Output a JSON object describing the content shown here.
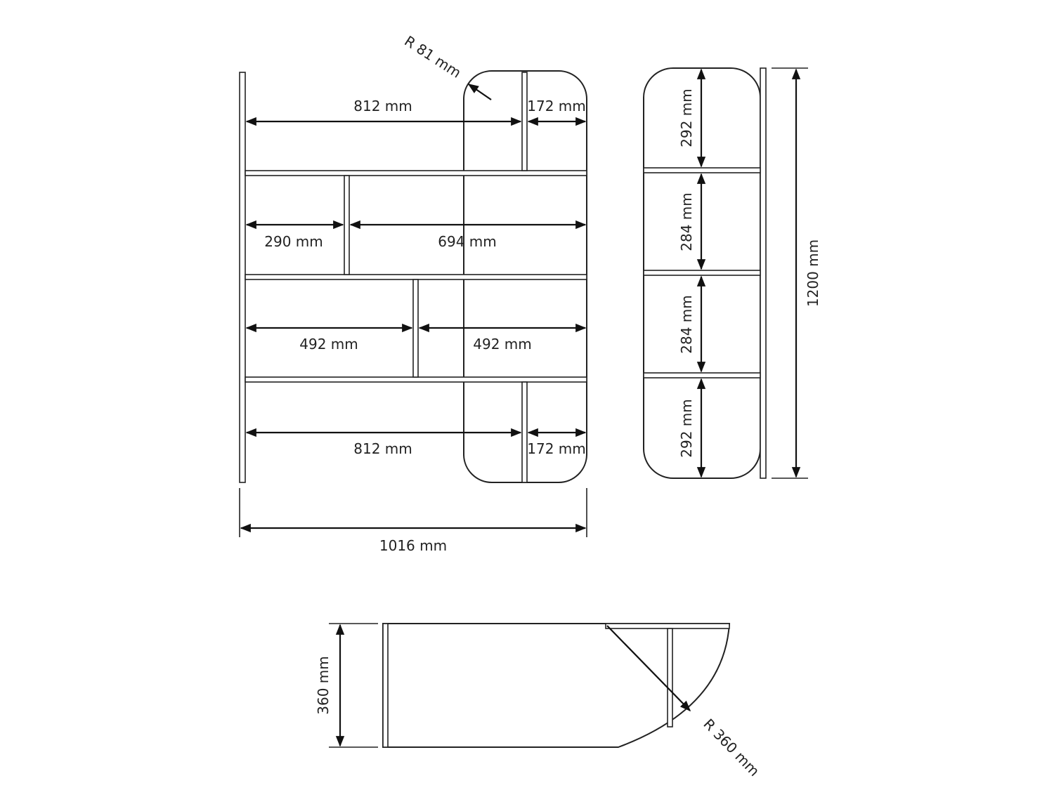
{
  "front_view": {
    "radius_label": "R 81 mm",
    "row1_left": "812 mm",
    "row1_right": "172 mm",
    "row2_left": "290 mm",
    "row2_right": "694 mm",
    "row3_left": "492 mm",
    "row3_right": "492 mm",
    "row4_left": "812 mm",
    "row4_right": "172 mm",
    "total_width": "1016 mm"
  },
  "side_view": {
    "section1": "292 mm",
    "section2": "284 mm",
    "section3": "284 mm",
    "section4": "292 mm",
    "total_height": "1200 mm"
  },
  "top_view": {
    "depth": "360 mm",
    "radius_label": "R 360 mm"
  }
}
